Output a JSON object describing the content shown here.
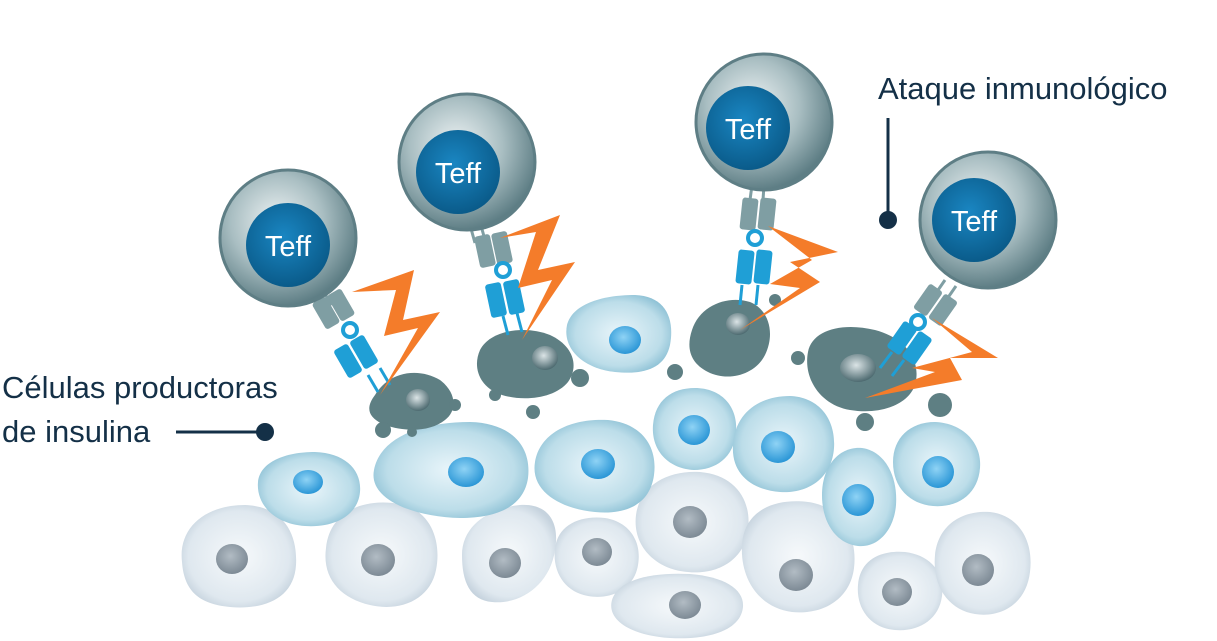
{
  "labels": {
    "attack": "Ataque inmunológico",
    "cells_line1": "Células productoras",
    "cells_line2": "de insulina"
  },
  "tcell_label": "Teff",
  "colors": {
    "tcell_outer": "#6f8e95",
    "tcell_nucleus": "#0c6a9f",
    "lightning": "#f47c2a",
    "receptor_blue": "#1f9fd6",
    "receptor_grey": "#7f9ea3",
    "dying_cell": "#5e7f83",
    "beta_cell": "#aed4e3",
    "beta_nucleus": "#44a8e3",
    "tissue_cell": "#d8e3ec",
    "tissue_nucleus": "#8b98a2",
    "text": "#143047"
  }
}
